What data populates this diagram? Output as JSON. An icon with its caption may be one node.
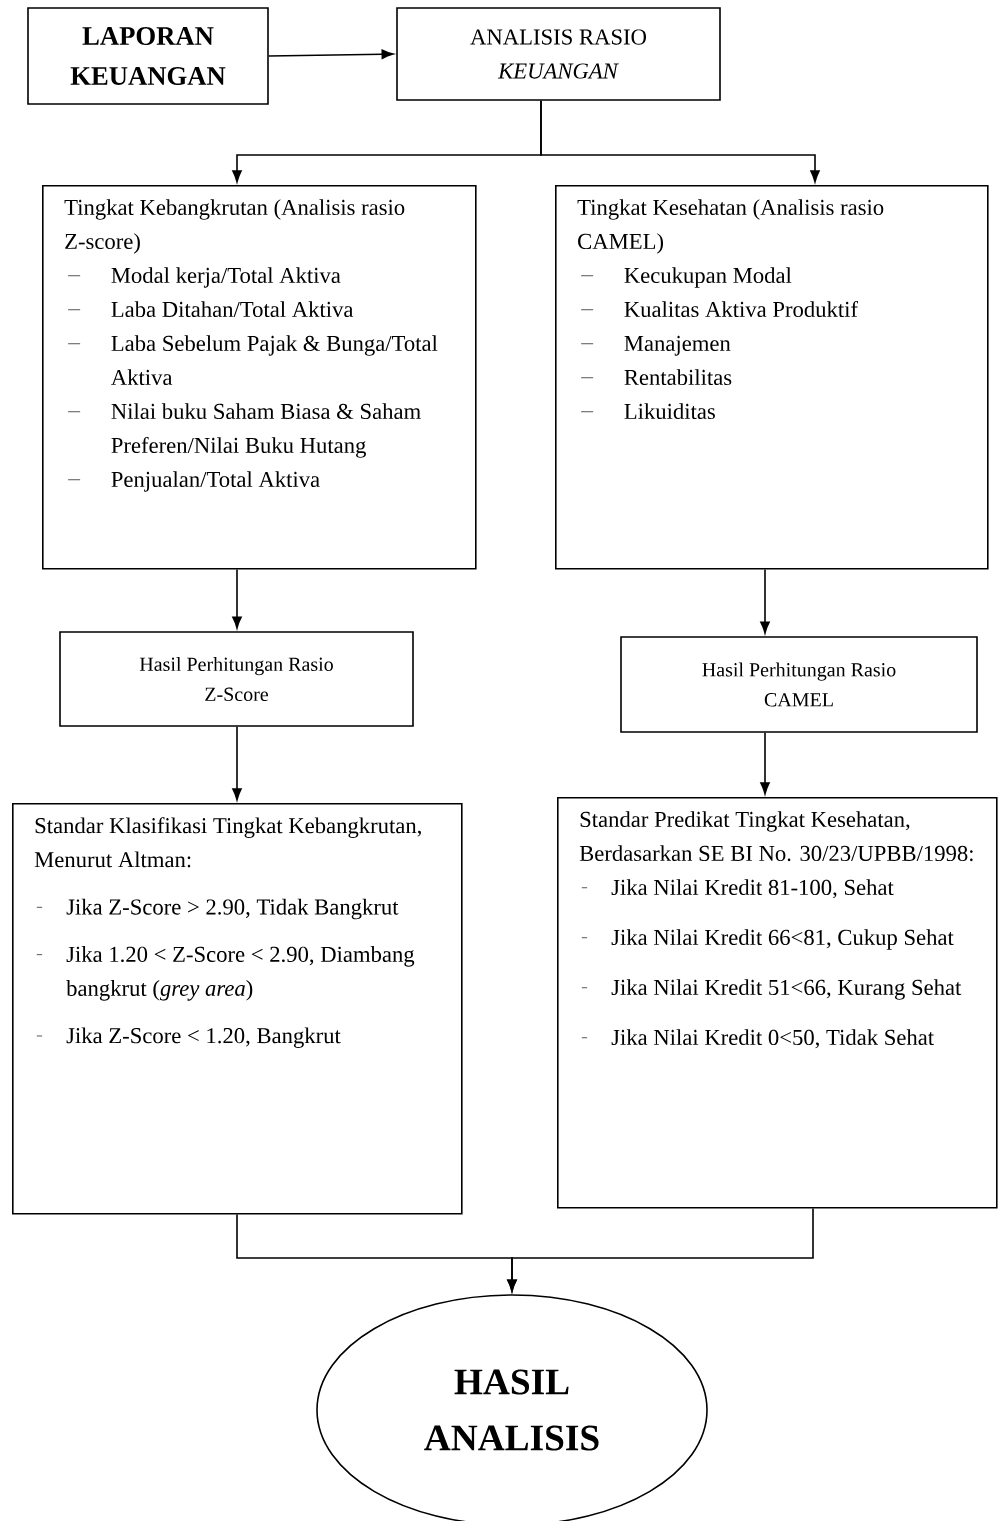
{
  "diagram": {
    "nodes": [
      {
        "text": [
          "LAPORAN KEUANGAN"
        ]
      },
      {
        "text": [
          "ANALISIS RASIO *KEUANGAN*"
        ]
      },
      {
        "text": [
          "Tingkat Kebangkrutan (Analisis rasio Z-score)",
          "Modal kerja/Total Aktiva",
          "Laba Ditahan/Total Aktiva",
          "Laba Sebelum Pajak & Bunga/Total Aktiva",
          "Nilai buku Saham Biasa & Saham Preferen/Nilai Buku Hutang",
          "Penjualan/Total Aktiva"
        ]
      },
      {
        "text": [
          "Tingkat Kesehatan (Analisis rasio CAMEL)",
          "Kecukupan Modal",
          "Kualitas Aktiva Produktif",
          "Manajemen",
          "Rentabilitas",
          "Likuiditas"
        ]
      },
      {
        "text": [
          "Hasil Perhitungan Rasio Z-Score"
        ]
      },
      {
        "text": [
          "Hasil Perhitungan Rasio CAMEL"
        ]
      },
      {
        "text": [
          "Standar Klasifikasi Tingkat Kebangkrutan, Menurut Altman:",
          "Jika Z-Score > 2.90, Tidak Bangkrut",
          "Jika 1.20 < Z-Score < 2.90, Diambang bangkrut (*grey area*)",
          "Jika Z-Score < 1.20, Bangkrut"
        ]
      },
      {
        "text": [
          "Standar Predikat Tingkat Kesehatan, Berdasarkan SE BI No. 30/23/UPBB/1998:",
          "Jika Nilai Kredit 81-100, Sehat",
          "Jika Nilai Kredit 66<81, Cukup Sehat",
          "Jika Nilai Kredit 51<66, Kurang Sehat",
          "Jika Nilai Kredit 0<50, Tidak Sehat"
        ]
      },
      {
        "text": [
          "HASIL ANALISIS"
        ]
      }
    ],
    "edges": [
      {
        "from": 0,
        "to": 1,
        "arrow": "to"
      },
      {
        "from": 1,
        "to": 2,
        "arrow": "to"
      },
      {
        "from": 1,
        "to": 3,
        "arrow": "to"
      },
      {
        "from": 2,
        "to": 4,
        "arrow": "to"
      },
      {
        "from": 3,
        "to": 5,
        "arrow": "to"
      },
      {
        "from": 4,
        "to": 6,
        "arrow": "to"
      },
      {
        "from": 5,
        "to": 7,
        "arrow": "to"
      },
      {
        "from": 6,
        "to": 8,
        "arrow": "to"
      },
      {
        "from": 7,
        "to": 8,
        "arrow": "to"
      }
    ]
  }
}
